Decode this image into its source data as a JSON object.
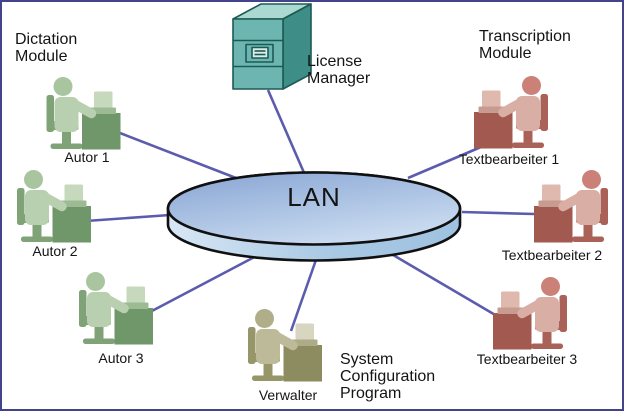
{
  "diagram": {
    "lan": {
      "label": "LAN"
    },
    "groups": {
      "dictation": {
        "lines": [
          "Dictation",
          "Module"
        ]
      },
      "transcription": {
        "lines": [
          "Transcription",
          "Module"
        ]
      },
      "license": {
        "lines": [
          "License",
          "Manager"
        ]
      },
      "sysconfig": {
        "lines": [
          "System",
          "Configuration",
          "Program"
        ]
      }
    },
    "nodes": {
      "autor1": "Autor 1",
      "autor2": "Autor 2",
      "autor3": "Autor 3",
      "verwalter": "Verwalter",
      "textbearbeiter1": "Textbearbeiter 1",
      "textbearbeiter2": "Textbearbeiter 2",
      "textbearbeiter3": "Textbearbeiter 3"
    },
    "icons": {
      "lan-disk-icon": "blue 3d disk / cylinder",
      "server-icon": "teal 3d tower server with drive slot",
      "workstation-icon": "person seated at desk with laptop"
    },
    "colors": {
      "border": "#43438b",
      "link_line": "#5c5cae",
      "lan_top_dark": "#87a4d3",
      "lan_top_light": "#c9dbf0",
      "lan_rim_light": "#d8e7f5",
      "lan_rim_dark": "#9fc2e0",
      "server_front": "#6db5b0",
      "server_top": "#abd9d1",
      "server_side": "#3f8d87",
      "dictation_light": "#b9d0b0",
      "dictation_dark": "#6f9769",
      "transcription_light": "#d9aea4",
      "transcription_dark": "#a25a50",
      "admin_light": "#bcba99",
      "admin_dark": "#8d8c61",
      "text": "#141414"
    }
  }
}
